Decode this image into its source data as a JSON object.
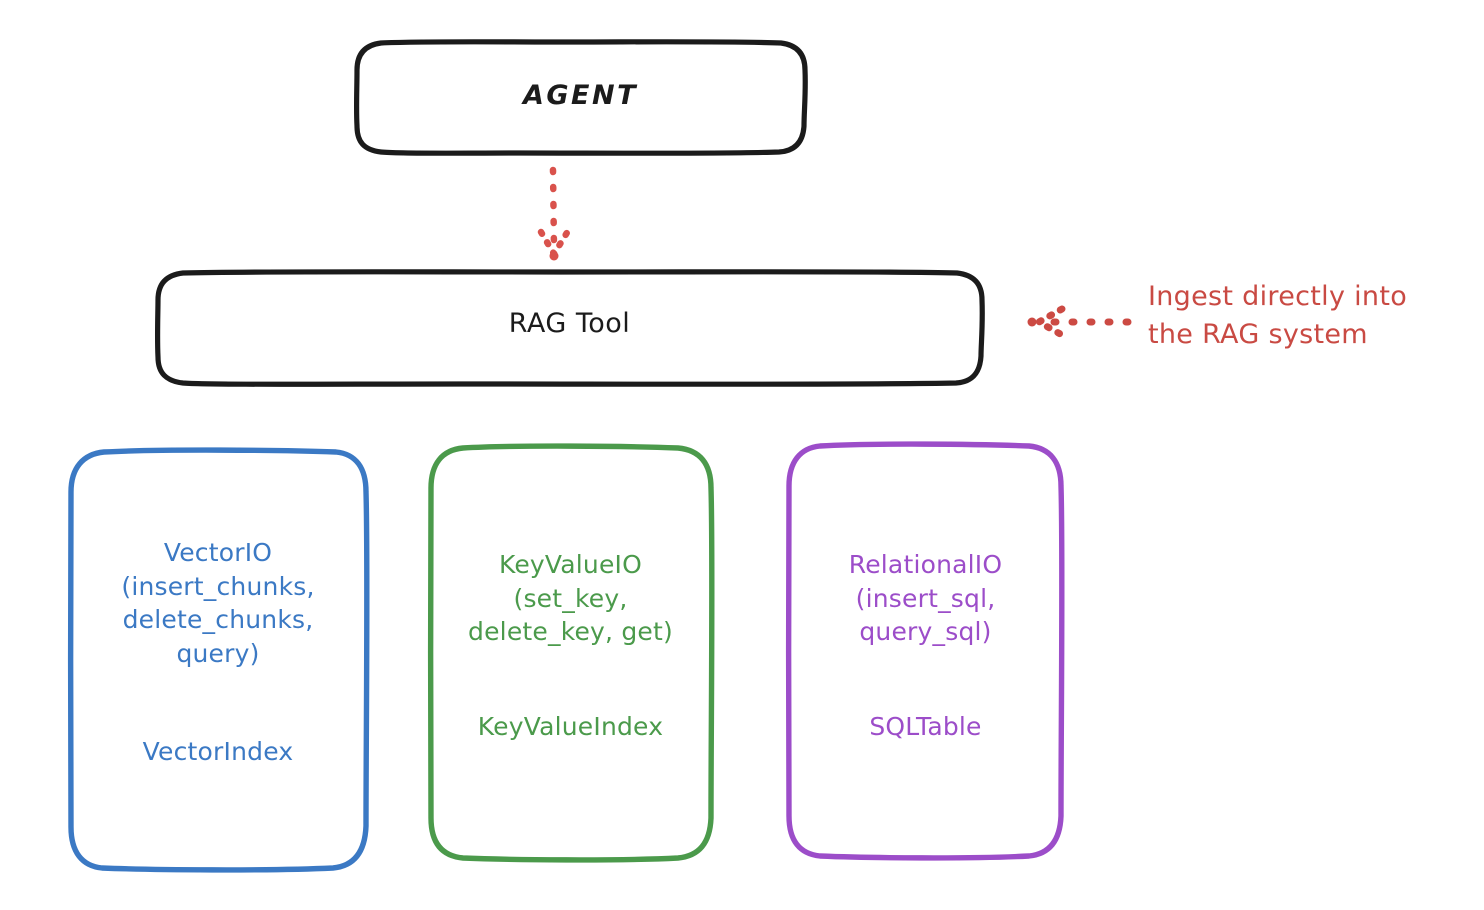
{
  "diagram": {
    "title_node": {
      "label": "AGENT",
      "border_color": "#1b1b1b"
    },
    "tool_node": {
      "label": "RAG Tool",
      "border_color": "#1b1b1b"
    },
    "annotation": {
      "text": "Ingest directly into\nthe RAG system",
      "color": "#c94a43",
      "arrow": "dotted-arrow-left"
    },
    "connector": {
      "from": "AGENT",
      "to": "RAG Tool",
      "style": "dotted-arrow-down",
      "color": "#c94a43"
    },
    "leaf_nodes": [
      {
        "id": "vector-io",
        "api": "VectorIO\n(insert_chunks,\ndelete_chunks,\nquery)",
        "resource": "VectorIndex",
        "color": "#3b79c4"
      },
      {
        "id": "key-value-io",
        "api": "KeyValueIO\n(set_key,\ndelete_key, get)",
        "resource": "KeyValueIndex",
        "color": "#4b9a4b"
      },
      {
        "id": "relational-io",
        "api": "RelationalIO\n(insert_sql,\nquery_sql)",
        "resource": "SQLTable",
        "color": "#9c4dc9"
      }
    ]
  }
}
